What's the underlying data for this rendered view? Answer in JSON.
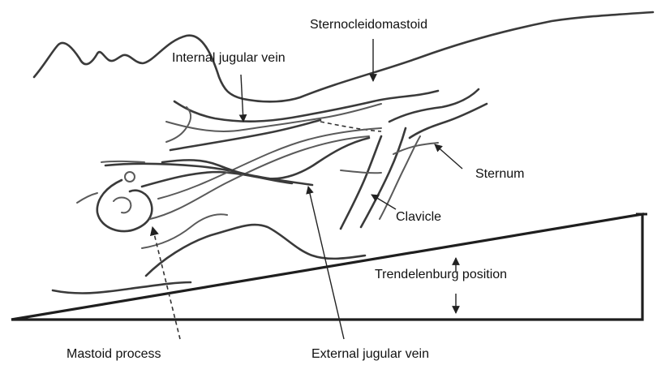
{
  "labels": {
    "sternocleidomastoid": "Sternocleidomastoid",
    "internal_jugular_vein": "Internal jugular vein",
    "sternum": "Sternum",
    "clavicle": "Clavicle",
    "trendelenburg_position": "Trendelenburg position",
    "mastoid_process": "Mastoid process",
    "external_jugular_vein": "External jugular vein"
  }
}
